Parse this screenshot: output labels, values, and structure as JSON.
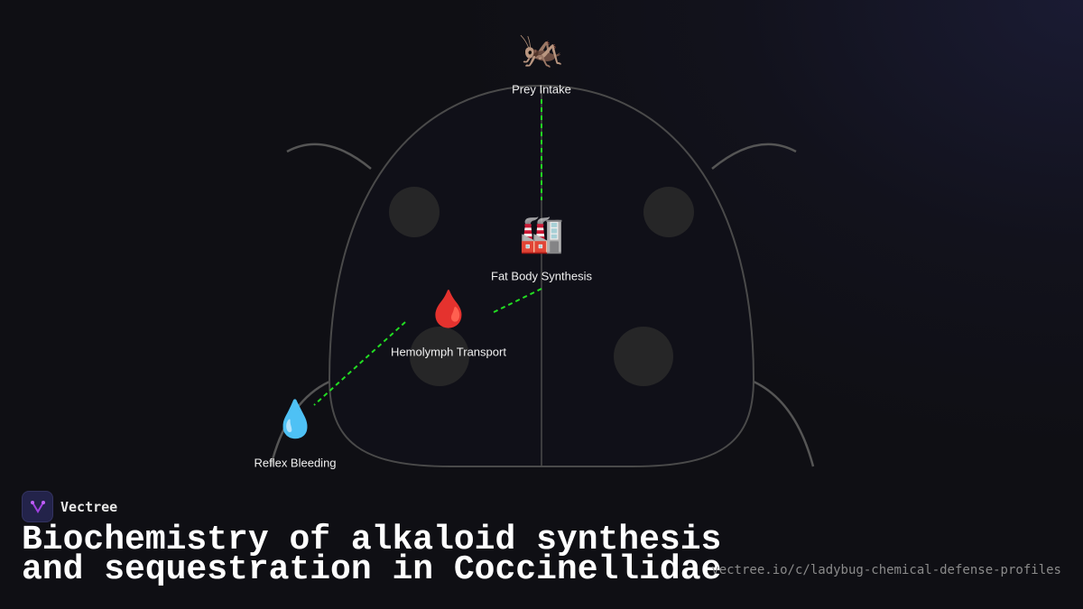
{
  "nodes": [
    {
      "label": "Prey Intake",
      "icon": "cricket",
      "emoji": "🦗"
    },
    {
      "label": "Fat Body Synthesis",
      "icon": "factory",
      "emoji": "🏭"
    },
    {
      "label": "Hemolymph Transport",
      "icon": "blood-drop",
      "emoji": "🩸"
    },
    {
      "label": "Reflex Bleeding",
      "icon": "droplet",
      "emoji": "💧"
    }
  ],
  "colors": {
    "connector": "#22dd22",
    "outline": "#555555",
    "spot": "#2a2a2a",
    "brand_accent": "#a040e0"
  },
  "brand": {
    "name": "Vectree"
  },
  "title": {
    "line1": "Biochemistry of alkaloid synthesis",
    "line2": "and sequestration in Coccinellidae"
  },
  "url": "vectree.io/c/ladybug-chemical-defense-profiles"
}
